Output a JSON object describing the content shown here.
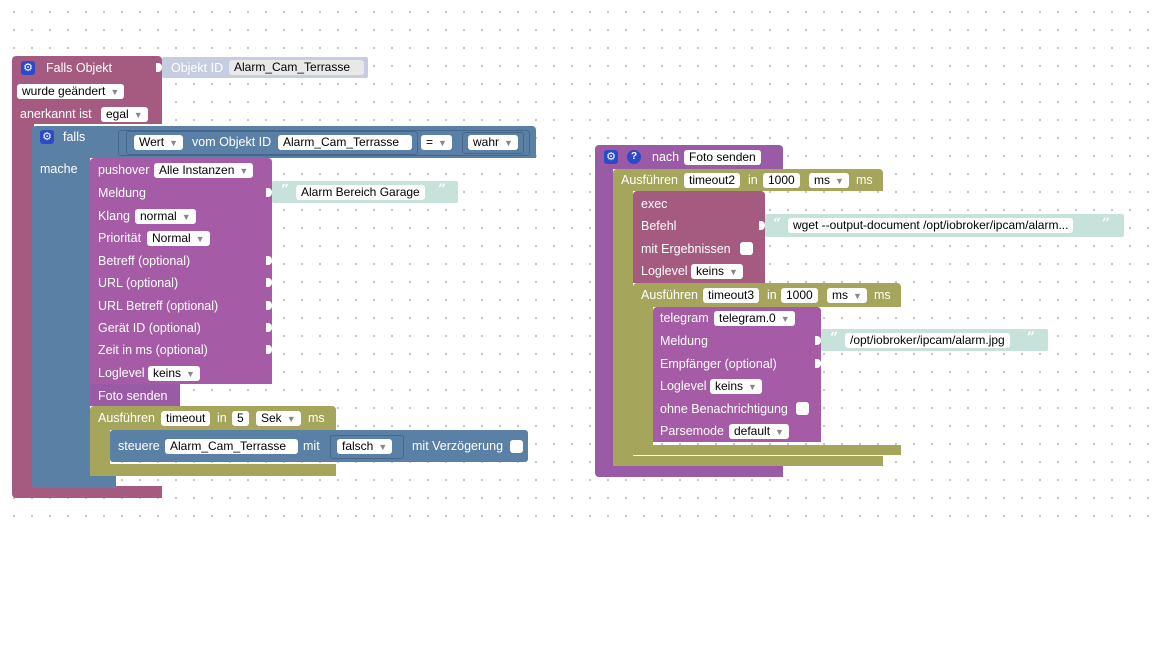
{
  "trigger": {
    "title": "Falls Objekt",
    "id_label": "Objekt ID",
    "id_value": "Alarm_Cam_Terrasse",
    "changed_value": "wurde geändert",
    "ack_label": "anerkannt ist",
    "ack_value": "egal"
  },
  "if_block": {
    "if_label": "falls",
    "do_label": "mache",
    "value_label": "Wert",
    "of_object_label": "vom Objekt ID",
    "object_id": "Alarm_Cam_Terrasse",
    "operator": "=",
    "compare_value": "wahr"
  },
  "pushover": {
    "label": "pushover",
    "instance": "Alle Instanzen",
    "message_label": "Meldung",
    "message_text": "Alarm Bereich Garage",
    "sound_label": "Klang",
    "sound_value": "normal",
    "priority_label": "Priorität",
    "priority_value": "Normal",
    "subject_label": "Betreff (optional)",
    "url_label": "URL (optional)",
    "url_subject_label": "URL Betreff (optional)",
    "device_label": "Gerät ID (optional)",
    "time_label": "Zeit in ms (optional)",
    "loglevel_label": "Loglevel",
    "loglevel_value": "keins"
  },
  "call": {
    "label": "Foto senden"
  },
  "timeout1": {
    "exec_label": "Ausführen",
    "name": "timeout",
    "in_label": "in",
    "value": "5",
    "unit_select": "Sek",
    "unit_suffix": "ms"
  },
  "control": {
    "label": "steuere",
    "object_id": "Alarm_Cam_Terrasse",
    "with_label": "mit",
    "value": "falsch",
    "delay_label": "mit Verzögerung"
  },
  "function": {
    "after_label": "nach",
    "name": "Foto senden"
  },
  "timeout2": {
    "exec_label": "Ausführen",
    "name": "timeout2",
    "in_label": "in",
    "value": "1000",
    "unit_select": "ms",
    "unit_suffix": "ms"
  },
  "exec": {
    "label": "exec",
    "command_label": "Befehl",
    "command_text": "wget --output-document /opt/iobroker/ipcam/alarm...",
    "results_label": "mit Ergebnissen",
    "loglevel_label": "Loglevel",
    "loglevel_value": "keins"
  },
  "timeout3": {
    "exec_label": "Ausführen",
    "name": "timeout3",
    "in_label": "in",
    "value": "1000",
    "unit_select": "ms",
    "unit_suffix": "ms"
  },
  "telegram": {
    "label": "telegram",
    "instance": "telegram.0",
    "message_label": "Meldung",
    "message_text": "/opt/iobroker/ipcam/alarm.jpg",
    "recipient_label": "Empfänger (optional)",
    "loglevel_label": "Loglevel",
    "loglevel_value": "keins",
    "silent_label": "ohne Benachrichtigung",
    "parsemode_label": "Parsemode",
    "parsemode_value": "default"
  },
  "colors": {
    "trigger": "#a55b80",
    "logic": "#5b80a5",
    "action": "#a55ba5",
    "timeout": "#a5a55b",
    "function": "#995ba5",
    "text": "#c7e2da",
    "object_id": "#c6cde0"
  }
}
